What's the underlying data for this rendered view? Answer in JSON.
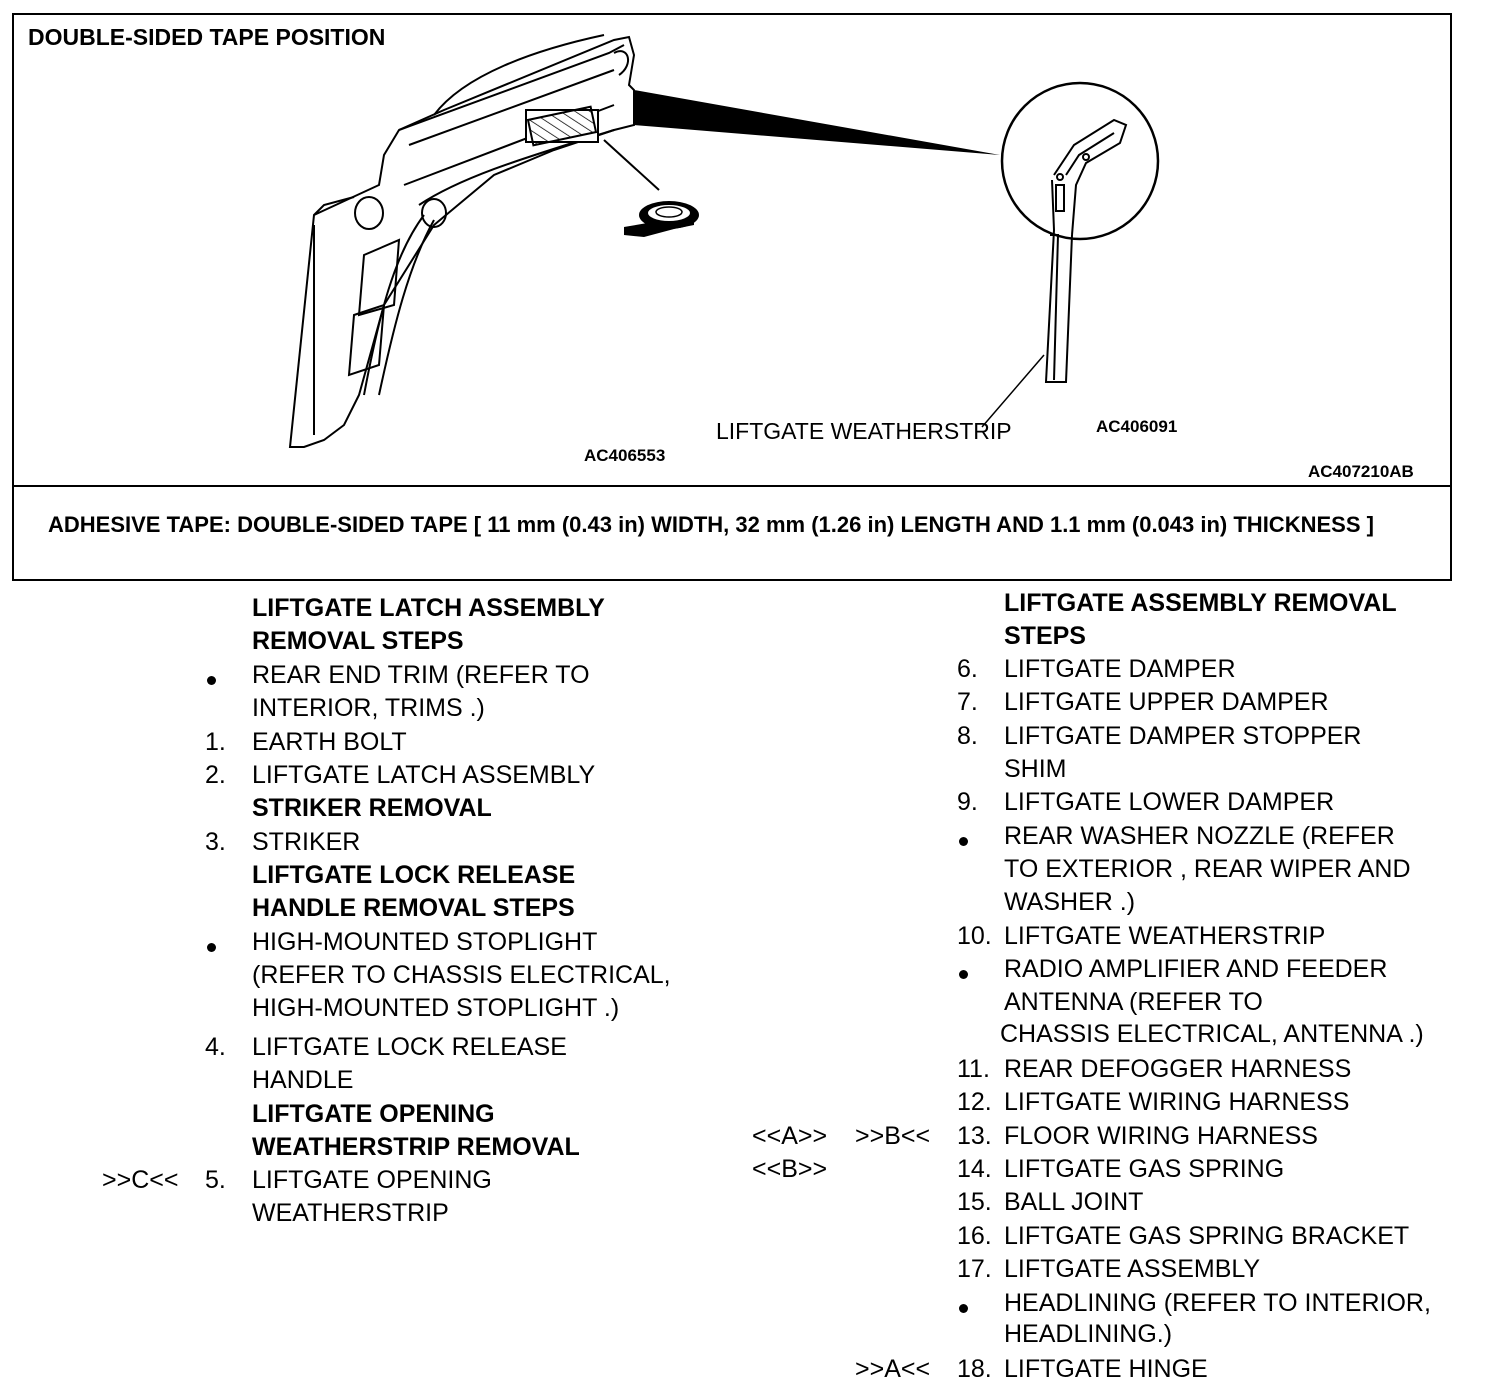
{
  "figure": {
    "title": "DOUBLE-SIDED TAPE POSITION",
    "label_left": "AC406553",
    "label_right": "AC406091",
    "label_main": "AC407210AB",
    "caption": "LIFTGATE WEATHERSTRIP"
  },
  "note": "ADHESIVE TAPE: DOUBLE-SIDED TAPE [ 11 mm (0.43 in) WIDTH, 32 mm (1.26 in) LENGTH AND 1.1 mm (0.043 in) THICKNESS ]",
  "left": {
    "h1a": "LIFTGATE LATCH ASSEMBLY",
    "h1b": "REMOVAL STEPS",
    "b1a": "REAR END TRIM (REFER TO",
    "b1b": "INTERIOR, TRIMS .)",
    "n1": "1.",
    "t1": "EARTH BOLT",
    "n2": "2.",
    "t2": "LIFTGATE LATCH ASSEMBLY",
    "h2": "STRIKER REMOVAL",
    "n3": "3.",
    "t3": "STRIKER",
    "h3a": "LIFTGATE LOCK RELEASE",
    "h3b": "HANDLE REMOVAL STEPS",
    "b2a": "HIGH-MOUNTED STOPLIGHT",
    "b2b": "(REFER TO CHASSIS ELECTRICAL,",
    "b2c": "HIGH-MOUNTED STOPLIGHT .)",
    "n4": "4.",
    "t4a": "LIFTGATE LOCK RELEASE",
    "t4b": "HANDLE",
    "h4a": "LIFTGATE OPENING",
    "h4b": "WEATHERSTRIP REMOVAL",
    "r5": ">>C<<",
    "n5": "5.",
    "t5a": "LIFTGATE OPENING",
    "t5b": "WEATHERSTRIP"
  },
  "right": {
    "h1a": "LIFTGATE ASSEMBLY REMOVAL",
    "h1b": "STEPS",
    "n6": "6.",
    "t6": "LIFTGATE DAMPER",
    "n7": "7.",
    "t7": "LIFTGATE UPPER DAMPER",
    "n8": "8.",
    "t8a": "LIFTGATE DAMPER STOPPER",
    "t8b": "SHIM",
    "n9": "9.",
    "t9": "LIFTGATE LOWER DAMPER",
    "b1a": "REAR WASHER NOZZLE (REFER",
    "b1b": "TO EXTERIOR , REAR WIPER AND",
    "b1c": "WASHER .)",
    "n10": "10.",
    "t10": "LIFTGATE WEATHERSTRIP",
    "b2a": "RADIO AMPLIFIER AND FEEDER",
    "b2b": "ANTENNA (REFER TO",
    "b2c": "CHASSIS ELECTRICAL, ANTENNA .)",
    "n11": "11.",
    "t11": "REAR DEFOGGER HARNESS",
    "n12": "12.",
    "t12": "LIFTGATE WIRING HARNESS",
    "r13a": "<<A>>",
    "r13b": ">>B<<",
    "n13": "13.",
    "t13": "FLOOR WIRING HARNESS",
    "r14": "<<B>>",
    "n14": "14.",
    "t14": "LIFTGATE GAS SPRING",
    "n15": "15.",
    "t15": "BALL JOINT",
    "n16": "16.",
    "t16": "LIFTGATE GAS SPRING BRACKET",
    "n17": "17.",
    "t17": "LIFTGATE ASSEMBLY",
    "b3a": "HEADLINING (REFER TO INTERIOR,",
    "b3b": "HEADLINING.)",
    "r18": ">>A<<",
    "n18": "18.",
    "t18": "LIFTGATE HINGE"
  }
}
